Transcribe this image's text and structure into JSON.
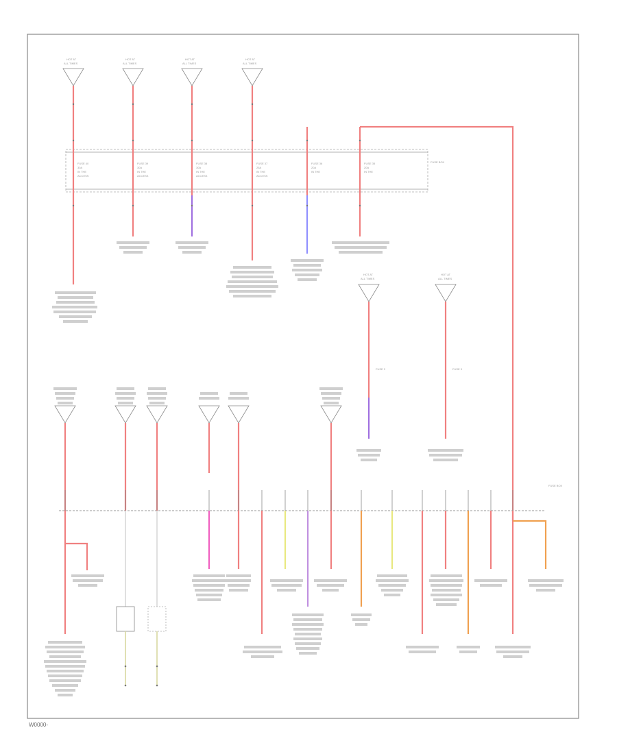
{
  "diagram": {
    "figure_code": "W0000-",
    "labels": {
      "fuse_box_top": "FUSE BOX",
      "fuse_box_bottom": "FUSE BOX"
    },
    "colors": {
      "border": "#888888",
      "red": "#f08080",
      "pink": "#f060c0",
      "violet": "#a070e0",
      "blue": "#9090ff",
      "yellow": "#e8e880",
      "orange": "#f0a050",
      "gray": "#cfcfcf",
      "tan": "#d8d8a0"
    }
  }
}
